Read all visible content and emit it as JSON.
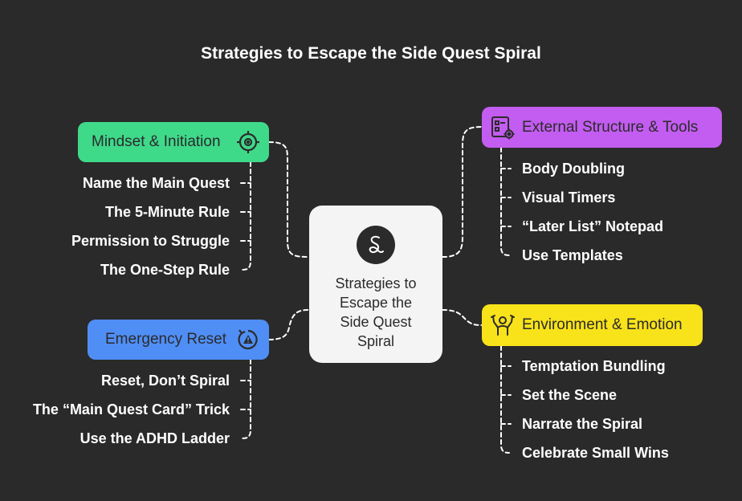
{
  "title": "Strategies to Escape the Side Quest Spiral",
  "center": {
    "label": "Strategies to Escape the Side Quest Spiral",
    "icon": "spiral-icon"
  },
  "colors": {
    "background": "#2a2a2a",
    "mindset": "#3fd98a",
    "external": "#c35cf0",
    "emergency": "#4f8ef5",
    "environment": "#f8e21a",
    "connector": "#ffffff"
  },
  "branches": {
    "mindset": {
      "label": "Mindset & Initiation",
      "icon": "target-icon",
      "items": [
        "Name the Main Quest",
        "The 5-Minute Rule",
        "Permission to Struggle",
        "The One-Step Rule"
      ]
    },
    "external": {
      "label": "External Structure & Tools",
      "icon": "tools-checklist-icon",
      "items": [
        "Body Doubling",
        "Visual Timers",
        "“Later List” Notepad",
        "Use Templates"
      ]
    },
    "emergency": {
      "label": "Emergency Reset",
      "icon": "warning-reset-icon",
      "items": [
        "Reset, Don’t Spiral",
        "The “Main Quest Card” Trick",
        "Use the ADHD Ladder"
      ]
    },
    "environment": {
      "label": "Environment & Emotion",
      "icon": "celebrating-person-icon",
      "items": [
        "Temptation Bundling",
        "Set the Scene",
        "Narrate the Spiral",
        "Celebrate Small Wins"
      ]
    }
  }
}
